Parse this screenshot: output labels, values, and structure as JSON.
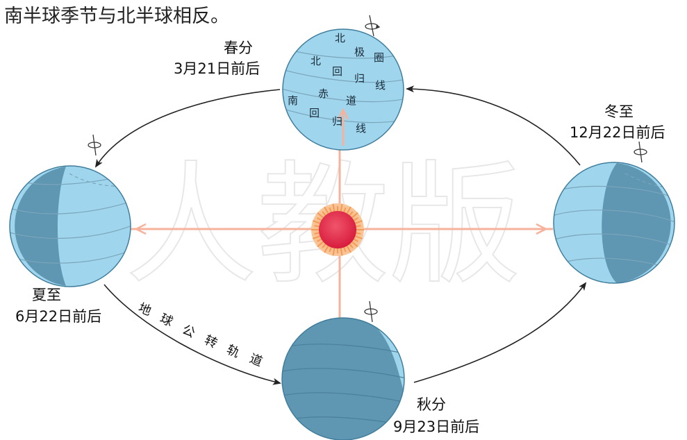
{
  "caption": "南半球季节与北半球相反。",
  "watermark": "人教版",
  "colors": {
    "ocean_light": "#9fd6ee",
    "ocean_dark": "#6aa6c2",
    "night": "#4f8aa8",
    "sun_core": "#e8284a",
    "sun_glow": "#f6a25a",
    "ray": "#f7b29c",
    "orbit": "#222222"
  },
  "seasons": {
    "spring": {
      "name": "春分",
      "date": "3月21日前后"
    },
    "summer": {
      "name": "夏至",
      "date": "6月22日前后"
    },
    "autumn": {
      "name": "秋分",
      "date": "9月23日前后"
    },
    "winter": {
      "name": "冬至",
      "date": "12月22日前后"
    }
  },
  "globe_labels": {
    "arctic_circle": [
      "北",
      "极",
      "圈"
    ],
    "tropic_cancer": [
      "北",
      "回",
      "归",
      "线"
    ],
    "equator": [
      "赤",
      "道"
    ],
    "tropic_capricorn": [
      "南",
      "回",
      "归",
      "线"
    ]
  },
  "orbit_label": [
    "地",
    "球",
    "公",
    "转",
    "轨",
    "道"
  ],
  "icons": {
    "sun": "sun-icon",
    "rotation": "rotation-arrow-icon"
  }
}
